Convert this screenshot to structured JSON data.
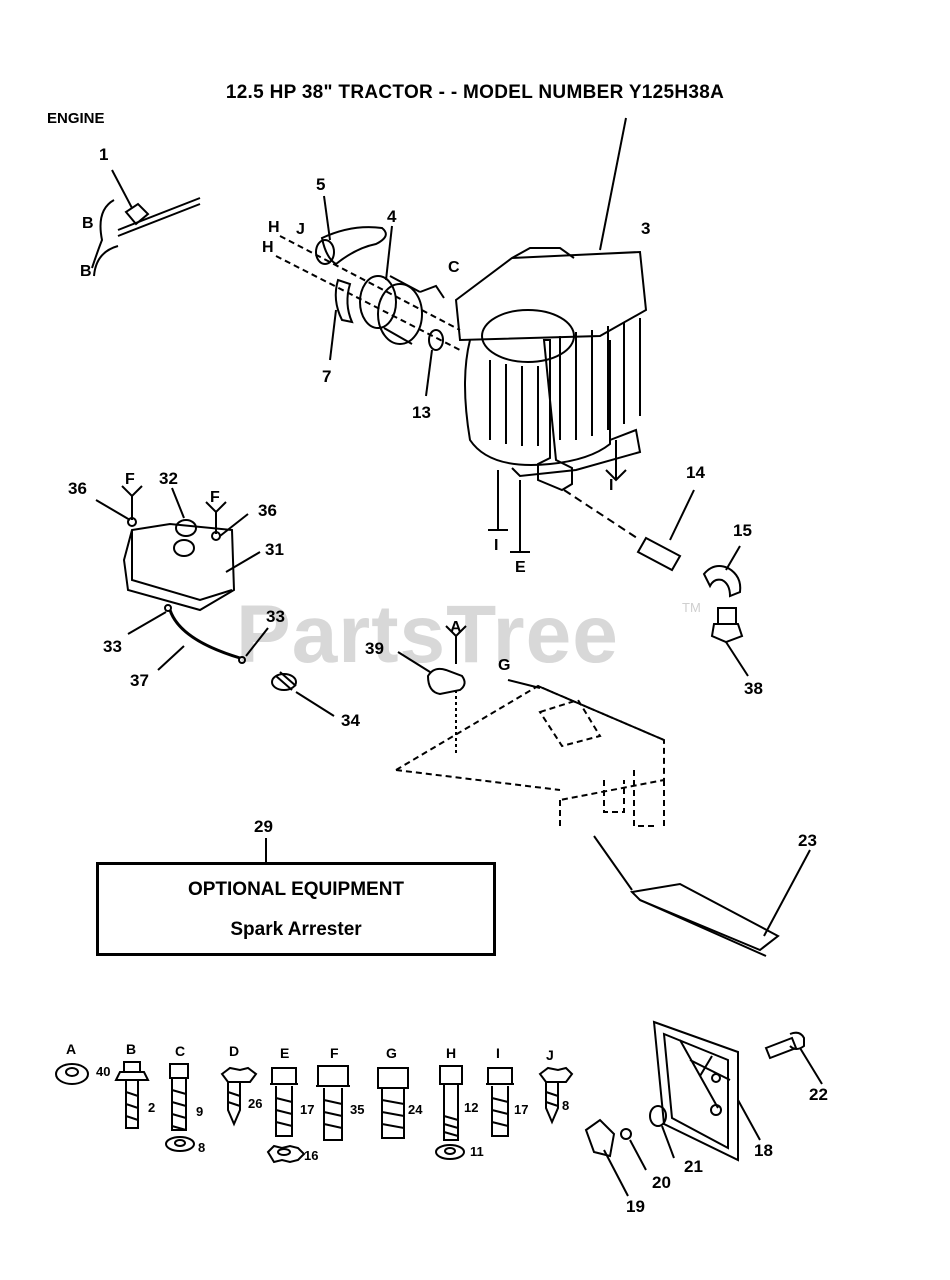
{
  "title": "12.5 HP 38\" TRACTOR - - MODEL NUMBER Y125H38A",
  "section": "ENGINE",
  "optional_box": {
    "heading": "OPTIONAL EQUIPMENT",
    "item": "Spark Arrester"
  },
  "watermark": {
    "text": "PartsTree",
    "tm": "TM"
  },
  "part_numbers": [
    "1",
    "5",
    "4",
    "3",
    "13",
    "7",
    "14",
    "15",
    "38",
    "36",
    "32",
    "36",
    "31",
    "33",
    "33",
    "37",
    "34",
    "39",
    "23",
    "29",
    "22",
    "18",
    "21",
    "20",
    "19"
  ],
  "hardware": [
    {
      "letter": "A",
      "qty": "40",
      "sub": ""
    },
    {
      "letter": "B",
      "qty": "2",
      "sub": ""
    },
    {
      "letter": "C",
      "qty": "9",
      "sub": "8"
    },
    {
      "letter": "D",
      "qty": "26",
      "sub": ""
    },
    {
      "letter": "E",
      "qty": "17",
      "sub": "16"
    },
    {
      "letter": "F",
      "qty": "35",
      "sub": ""
    },
    {
      "letter": "G",
      "qty": "24",
      "sub": ""
    },
    {
      "letter": "H",
      "qty": "12",
      "sub": "11"
    },
    {
      "letter": "I",
      "qty": "17",
      "sub": ""
    },
    {
      "letter": "J",
      "qty": "8",
      "sub": ""
    }
  ],
  "ref_letters": [
    "B",
    "B",
    "H",
    "H",
    "J",
    "C",
    "F",
    "F",
    "I",
    "E",
    "I",
    "A",
    "G"
  ]
}
